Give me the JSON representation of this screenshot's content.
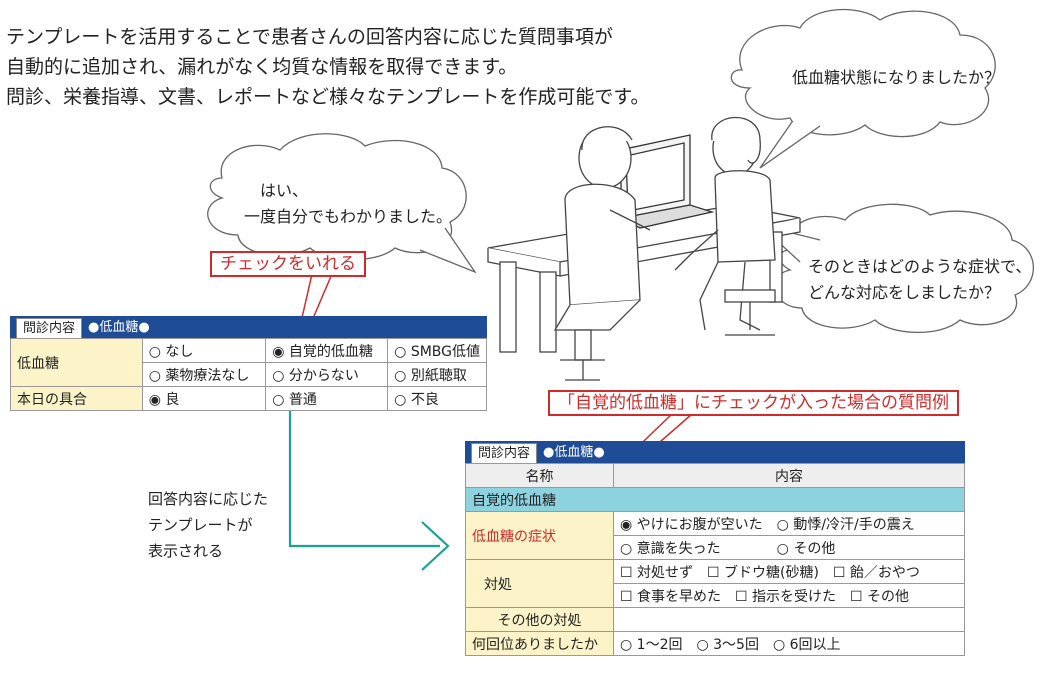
{
  "intro": {
    "line1": "テンプレートを活用することで患者さんの回答内容に応じた質問事項が",
    "line2": "自動的に追加され、漏れがなく均質な情報を取得できます。",
    "line3": "問診、栄養指導、文書、レポートなど様々なテンプレートを作成可能です。"
  },
  "bubbles": {
    "top_right": "低血糖状態になりましたか？",
    "patient_line1": "はい、",
    "patient_line2": "一度自分でもわかりました。",
    "followup_line1": "そのときはどのような症状で、",
    "followup_line2": "どんな対応をしましたか？"
  },
  "labels": {
    "check": "チェックをいれる",
    "example": "「自覚的低血糖」にチェックが入った場合の質問例"
  },
  "caption": {
    "line1": "回答内容に応じた",
    "line2": "テンプレートが",
    "line3": "表示される"
  },
  "panel1": {
    "tab_active": "問診内容",
    "tab_selected": "●低血糖●",
    "rows": {
      "hypo_label": "低血糖",
      "hypo_r1": [
        "○ なし",
        "◉ 自覚的低血糖",
        "○ SMBG低値"
      ],
      "hypo_r2": [
        "○ 薬物療法なし",
        "○ 分からない",
        "○ 別紙聴取"
      ],
      "cond_label": "本日の具合",
      "cond": [
        "◉ 良",
        "○ 普通",
        "○ 不良"
      ]
    }
  },
  "panel2": {
    "tab_active": "問診内容",
    "tab_selected": "●低血糖●",
    "head_name": "名称",
    "head_content": "内容",
    "section": "自覚的低血糖",
    "symptom_label": "低血糖の症状",
    "symptom_r1": "◉ やけにお腹が空いた　○ 動悸/冷汗/手の震え",
    "symptom_r2": "○ 意識を失った　　　　○ その他",
    "action_label": "対処",
    "action_r1": "☐ 対処せず　☐ ブドウ糖(砂糖)　☐ 飴／おやつ",
    "action_r2": "☐ 食事を早めた　☐ 指示を受けた　☐ その他",
    "other_label": "その他の対処",
    "other_value": "",
    "times_label": "何回位ありましたか",
    "times_value": "○ 1～2回　○ 3～5回　○ 6回以上"
  },
  "colors": {
    "tabbar": "#1f4c96",
    "label_bg": "#fcf4c8",
    "section_bg": "#8dd3df",
    "red": "#d12a2a",
    "teal_arrow": "#1aa393"
  }
}
